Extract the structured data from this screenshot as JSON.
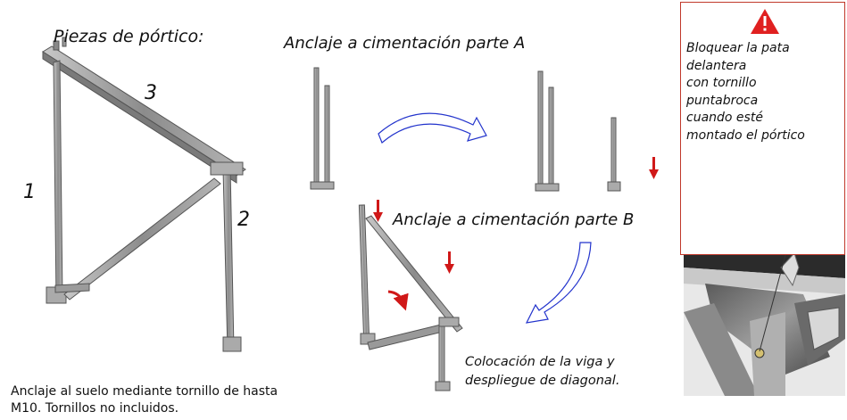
{
  "labels": {
    "pieces_title": "Piezas de pórtico:",
    "anchor_a_title": "Anclaje a cimentación parte A",
    "anchor_b_title": "Anclaje a cimentación parte B",
    "part_1": "1",
    "part_2": "2",
    "part_3": "3",
    "beam_caption_line1": "Colocación de la viga y",
    "beam_caption_line2": "despliegue de diagonal.",
    "footer_line1": "Anclaje al suelo mediante tornillo de hasta",
    "footer_line2": "M10. Tornillos no incluidos."
  },
  "warning": {
    "icon": "warning-triangle-icon",
    "line1": "Bloquear la pata",
    "line2": "delantera",
    "line3": "con tornillo",
    "line4": "puntabroca",
    "line5": "cuando esté",
    "line6": "montado el pórtico",
    "border_color": "#c0392b",
    "icon_color": "#e02020"
  },
  "colors": {
    "metal": "#9a9a9a",
    "metal_dark": "#6e6e6e",
    "flow_arrow": "#2233cc",
    "down_arrow": "#d01818"
  }
}
